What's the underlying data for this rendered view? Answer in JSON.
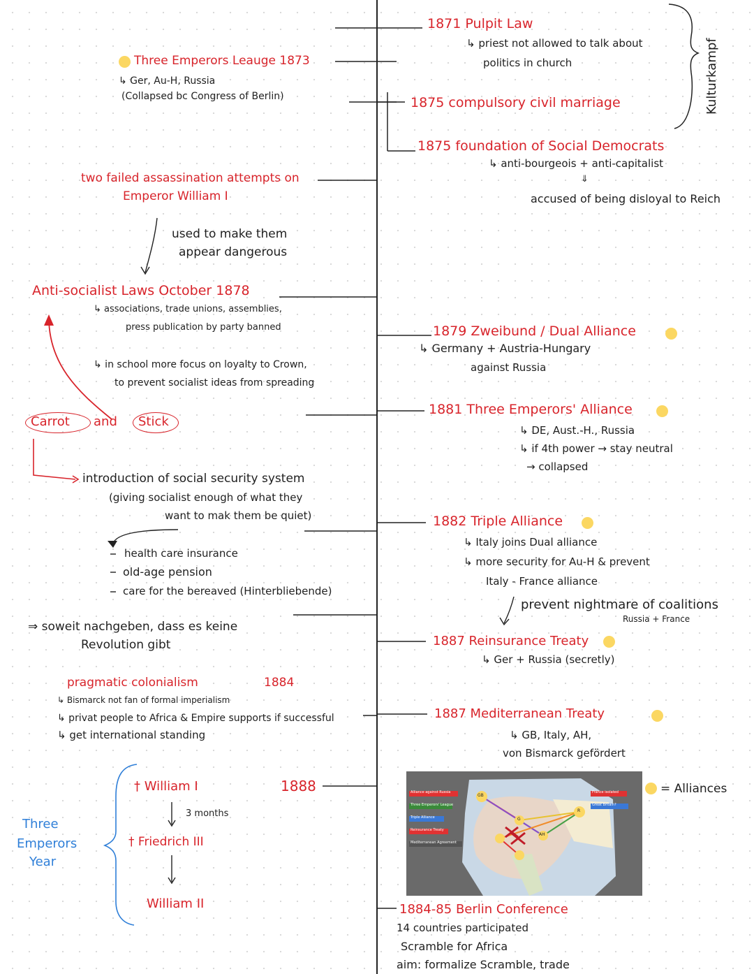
{
  "right": {
    "pulpit": {
      "year": "1871",
      "title": "Pulpit Law",
      "note1": "↳ priest not allowed to talk about",
      "note2": "politics in church"
    },
    "marriage": {
      "year": "1875",
      "title": "compulsory civil marriage"
    },
    "kulturkampf": "Kulturkampf",
    "socdem": {
      "year": "1875",
      "title": "foundation of Social Democrats",
      "note1": "↳ anti-bourgeois + anti-capitalist",
      "arrow": "⇓",
      "note2": "accused of being disloyal to Reich"
    },
    "dual": {
      "year": "1879",
      "title": "Zweibund / Dual Alliance",
      "note1": "↳ Germany + Austria-Hungary",
      "note2": "against Russia"
    },
    "threealliance": {
      "year": "1881",
      "title": "Three Emperors' Alliance",
      "note1": "↳ DE, Aust.-H., Russia",
      "note2": "↳ if 4th power → stay neutral",
      "note3": "→ collapsed"
    },
    "triple": {
      "year": "1882",
      "title": "Triple Alliance",
      "note1": "↳ Italy joins Dual alliance",
      "note2": "↳ more security for Au-H & prevent",
      "note3": "Italy - France alliance",
      "note4": "prevent nightmare of coalitions",
      "note5": "Russia + France"
    },
    "reinsurance": {
      "year": "1887",
      "title": "Reinsurance Treaty",
      "note1": "↳ Ger + Russia  (secretly)"
    },
    "mediterranean": {
      "year": "1887",
      "title": "Mediterranean Treaty",
      "note1": "↳ GB, Italy, AH,",
      "note2": "von Bismarck gefördert"
    },
    "legend": "= Alliances",
    "berlin": {
      "year": "1884-85",
      "title": "Berlin Conference",
      "note1": "14 countries participated",
      "note2": "Scramble for Africa",
      "note3": "aim: formalize Scramble, trade"
    }
  },
  "left": {
    "league": {
      "title": "Three Emperors Leauge",
      "year": "1873",
      "note1": "↳ Ger, Au-H, Russia",
      "note2": "(Collapsed bc Congress of Berlin)"
    },
    "assassination": {
      "line1": "two failed assassination attempts on",
      "line2": "Emperor William I"
    },
    "used": {
      "line1": "used to make them",
      "line2": "appear dangerous"
    },
    "antisocialist": {
      "title": "Anti-socialist Laws",
      "date": "October 1878",
      "note1": "↳ associations, trade unions, assemblies,",
      "note2": "press publication by party banned",
      "note3": "↳ in school more focus on loyalty to Crown,",
      "note4": "to prevent socialist ideas from spreading"
    },
    "carrot": {
      "carrot": "Carrot",
      "and": "and",
      "stick": "Stick"
    },
    "security": {
      "line1": "introduction of social security system",
      "line2": "(giving socialist enough of what they",
      "line3": "want to mak them be quiet)",
      "items": [
        "health care insurance",
        "old-age pension",
        "care for the bereaved (Hinterbliebende)"
      ]
    },
    "soweit": {
      "line1": "⇒ soweit nachgeben, dass es keine",
      "line2": "Revolution gibt"
    },
    "colonial": {
      "title": "pragmatic colonialism",
      "year": "1884",
      "note1": "↳ Bismarck not fan of formal imperialism",
      "note2": "↳ privat people to Africa & Empire supports if successful",
      "note3": "↳ get international standing"
    },
    "emperors": {
      "year": "1888",
      "first": "† William I",
      "months": "3 months",
      "second": "† Friedrich III",
      "third": "William II",
      "label1": "Three",
      "label2": "Emperors",
      "label3": "Year"
    }
  },
  "map": {
    "labels": [
      "Alliance against Russia",
      "Three Emperors' League",
      "Triple Alliance",
      "Reinsurance Treaty",
      "Mediterranean Agreement",
      "France isolated",
      "Great Britain?"
    ],
    "nodes": [
      "GB",
      "G",
      "R",
      "AH"
    ]
  }
}
